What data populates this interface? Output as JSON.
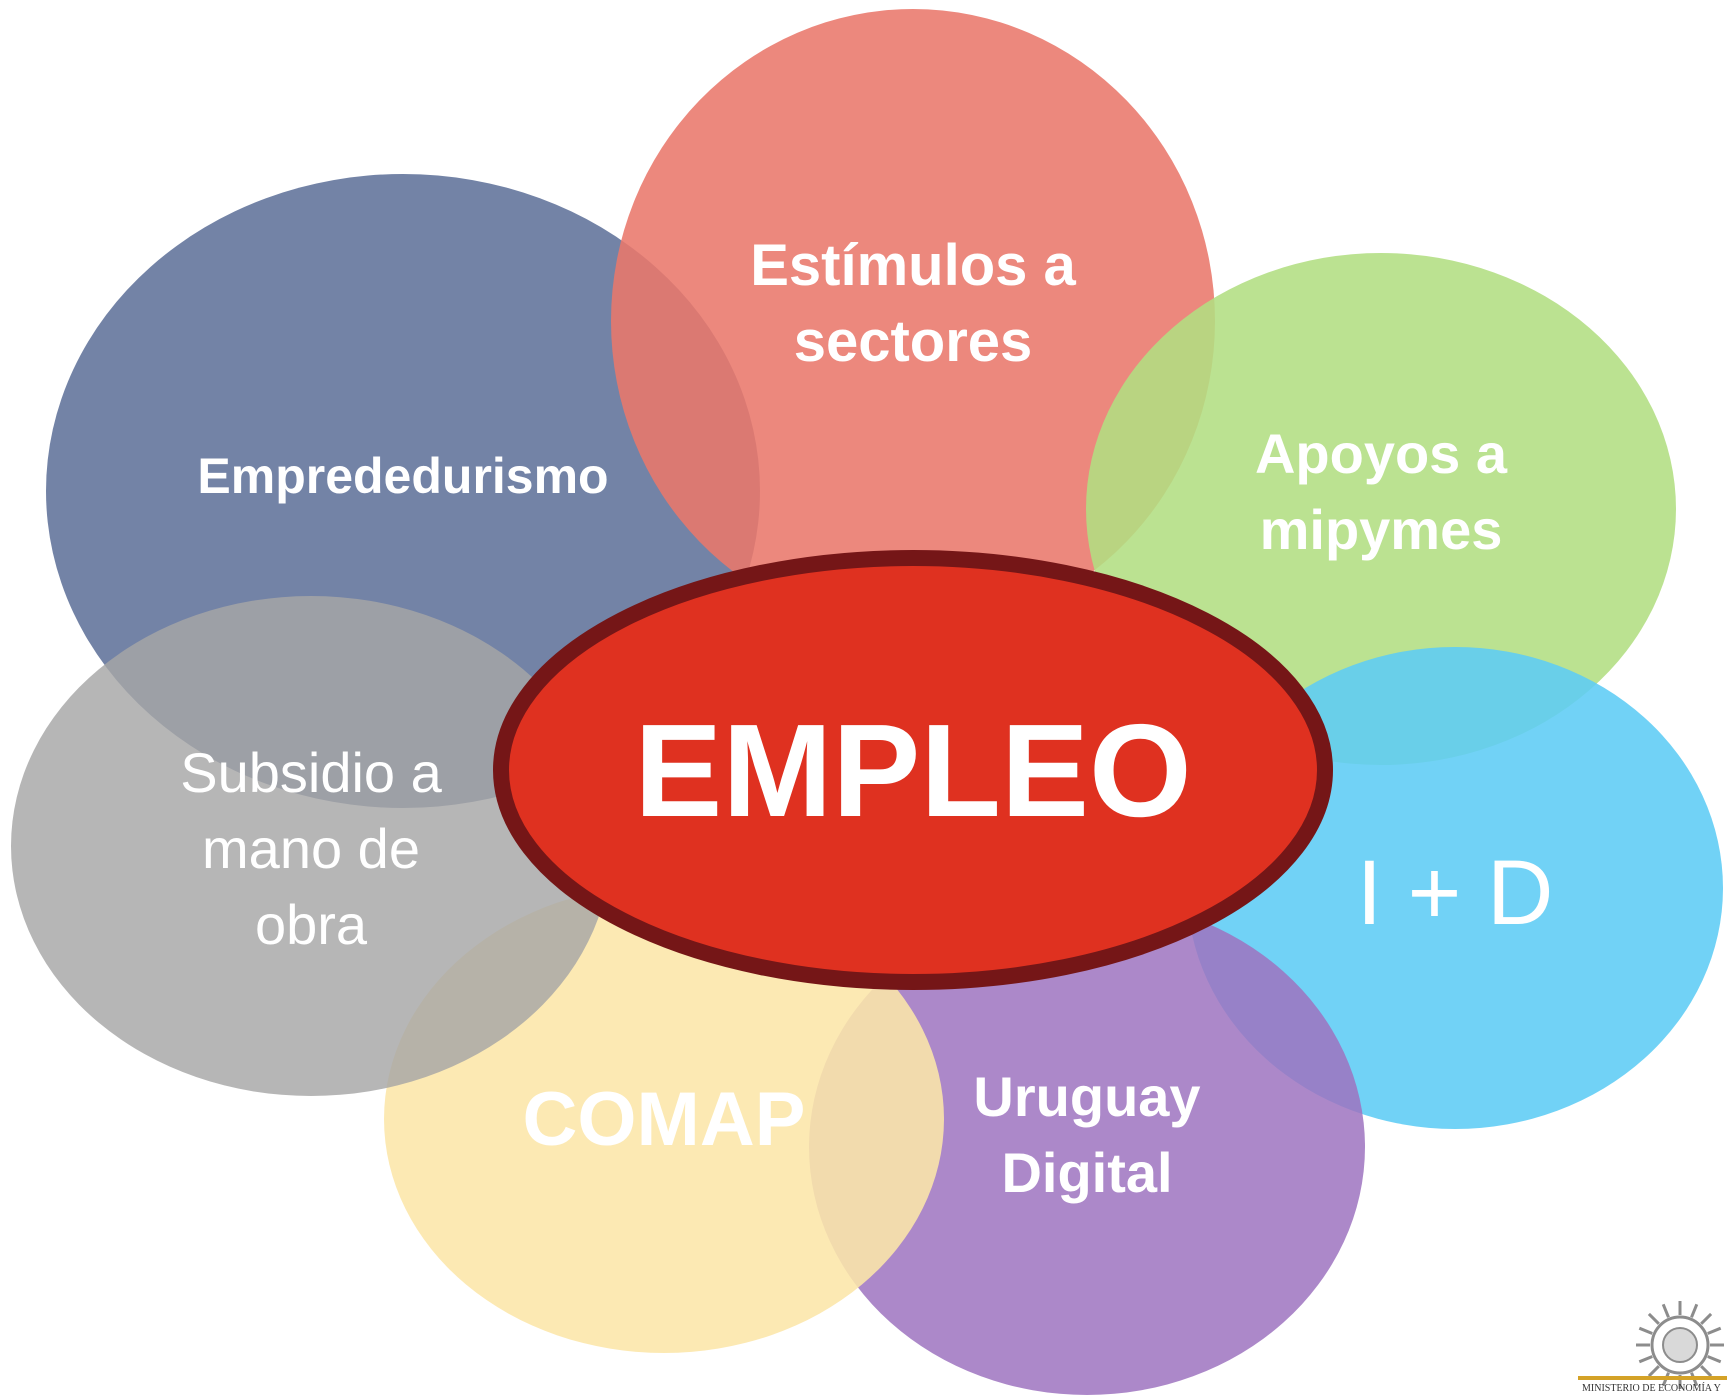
{
  "diagram": {
    "center": {
      "label": "EMPLEO",
      "fill": "#DF3120",
      "stroke": "#751617"
    },
    "petals": [
      {
        "id": "emprededurismo",
        "lines": [
          "Emprededurismo"
        ],
        "fill": "#5B6D96",
        "opacity": 0.85,
        "bold": true
      },
      {
        "id": "estimulos",
        "lines": [
          "Estímulos a",
          "sectores"
        ],
        "fill": "#E9786B",
        "opacity": 0.88,
        "bold": true
      },
      {
        "id": "apoyos",
        "lines": [
          "Apoyos a",
          "mipymes"
        ],
        "fill": "#B2DE82",
        "opacity": 0.88,
        "bold": true
      },
      {
        "id": "id",
        "lines": [
          "I + D"
        ],
        "fill": "#5DCCF5",
        "opacity": 0.88,
        "bold": false
      },
      {
        "id": "uruguay-digital",
        "lines": [
          "Uruguay",
          "Digital"
        ],
        "fill": "#9E73BF",
        "opacity": 0.85,
        "bold": true
      },
      {
        "id": "comap",
        "lines": [
          "COMAP"
        ],
        "fill": "#FCE6A8",
        "opacity": 0.88,
        "bold": true
      },
      {
        "id": "subsidio",
        "lines": [
          "Subsidio a",
          "mano de",
          "obra"
        ],
        "fill": "#A6A6A6",
        "opacity": 0.82,
        "bold": false
      }
    ]
  },
  "logo": {
    "text": "MINISTERIO DE ECONOMÍA Y"
  }
}
